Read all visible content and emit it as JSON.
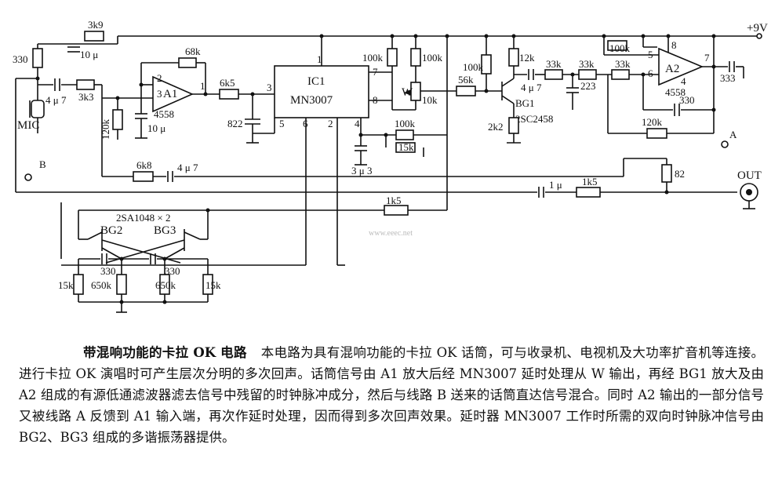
{
  "labels": {
    "r_3k9": "3k9",
    "r_330": "330",
    "c_10u_top": "10 μ",
    "r_3k3": "3k3",
    "c_4u7_in": "4 μ 7",
    "mic": "MIC",
    "r_120k_left": "120k",
    "pin2": "2",
    "pin3": "3",
    "pin1": "1",
    "a1": "A1",
    "ic_4558_a": "4558",
    "r_68k": "68k",
    "c_10u_bias": "10 μ",
    "r_6k5": "6k5",
    "c_822": "822",
    "ic1_pin3": "3",
    "ic1_pin1": "1",
    "ic1_pin7": "7",
    "ic1_pin8": "8",
    "ic1_pin5": "5",
    "ic1_pin6": "6",
    "ic1_pin2": "2",
    "ic1_pin4": "4",
    "ic1": "IC1",
    "mn3007": "MN3007",
    "r_100k_a": "100k",
    "r_100k_b": "100k",
    "pot_w": "W",
    "pot_10k": "10k",
    "r_56k": "56k",
    "r_100k_c": "100k",
    "r_12k": "12k",
    "c_4u7_bg1": "4 μ 7",
    "bg1": "BG1",
    "bg1_type": "2SC2458",
    "r_2k2": "2k2",
    "r_33k_a": "33k",
    "r_33k_b": "33k",
    "r_33k_c": "33k",
    "c_223": "223",
    "r_100k_top": "100k",
    "a2_pin8": "8",
    "a2_pin5": "5",
    "a2_pin6": "6",
    "a2_pin7": "7",
    "a2_pin4": "4",
    "a2": "A2",
    "ic_4558_b": "4558",
    "c_330_fb": "330",
    "c_333": "333",
    "r_120k_fb": "120k",
    "node_a": "A",
    "supply": "+9V",
    "r_100k_bias": "100k",
    "r_15k_bias": "15k",
    "c_3u3": "3 μ 3",
    "node_b": "B",
    "r_6k8": "6k8",
    "c_4u7_b": "4 μ 7",
    "r_82": "82",
    "c_1u": "1 μ",
    "r_1k5_out": "1k5",
    "out": "OUT",
    "r_1k5_mid": "1k5",
    "osc_type": "2SA1048 × 2",
    "bg2": "BG2",
    "bg3": "BG3",
    "c_330_l": "330",
    "c_330_r": "330",
    "r_15k_l": "15k",
    "r_650k_l": "650k",
    "r_650k_r": "650k",
    "r_15k_r": "15k",
    "watermark": "www.eeec.net"
  },
  "caption": {
    "title": "带混响功能的卡拉 OK 电路",
    "body": "本电路为具有混响功能的卡拉 OK 话筒，可与收录机、电视机及大功率扩音机等连接。进行卡拉 OK 演唱时可产生层次分明的多次回声。话筒信号由 A1 放大后经 MN3007 延时处理从 W 输出，再经 BG1 放大及由 A2 组成的有源低通滤波器滤去信号中残留的时钟脉冲成分，然后与线路 B 送来的话筒直达信号混合。同时 A2 输出的一部分信号又被线路 A 反馈到 A1 输入端，再次作延时处理，因而得到多次回声效果。延时器 MN3007 工作时所需的双向时钟脉冲信号由 BG2、BG3 组成的多谐振荡器提供。"
  }
}
